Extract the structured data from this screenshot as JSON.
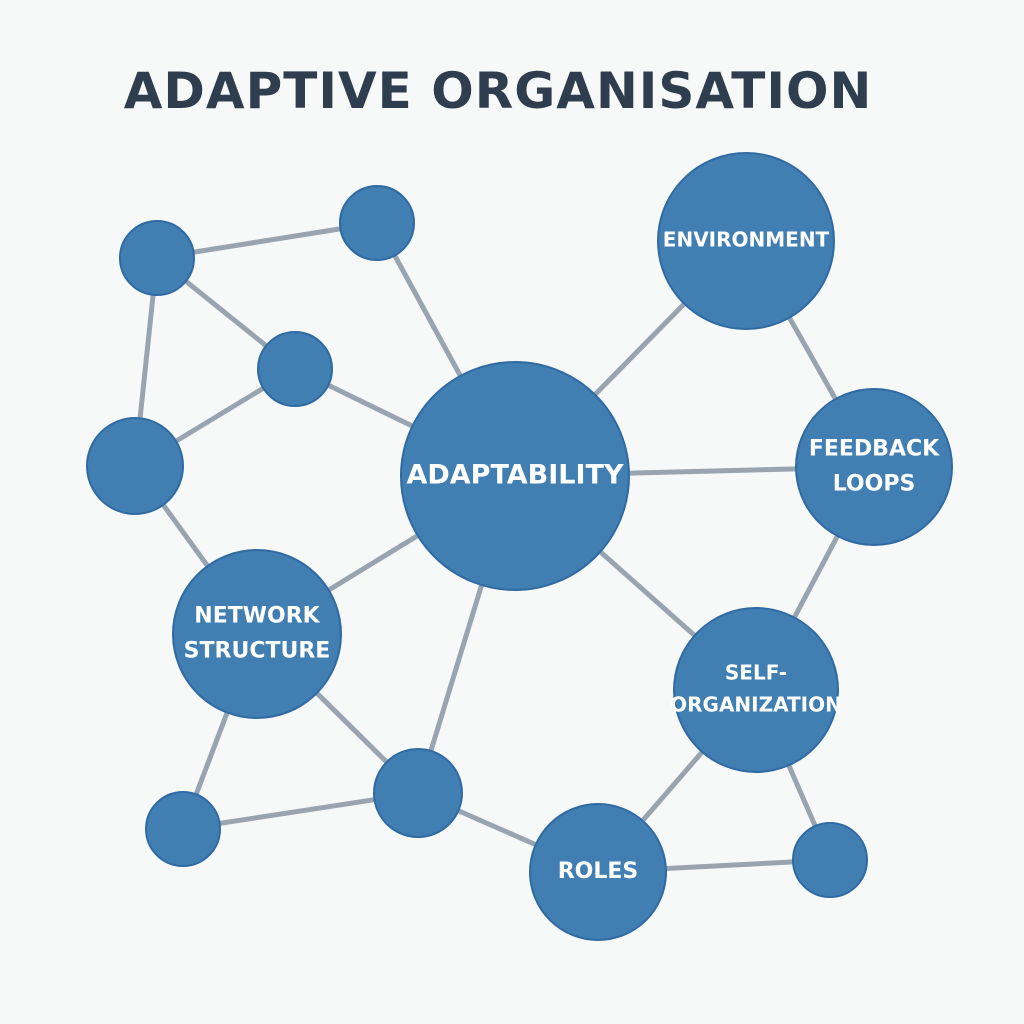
{
  "title": "ADAPTIVE ORGANISATION",
  "colors": {
    "node": "#417fb3",
    "edge": "#98a4b0",
    "title": "#2f3e4e"
  },
  "nodes": [
    {
      "id": "n1",
      "lines": []
    },
    {
      "id": "n2",
      "lines": []
    },
    {
      "id": "n3",
      "lines": []
    },
    {
      "id": "n4",
      "lines": []
    },
    {
      "id": "adaptability",
      "lines": [
        "ADAPTABILITY"
      ]
    },
    {
      "id": "environment",
      "lines": [
        "ENVIRONMENT"
      ]
    },
    {
      "id": "feedback",
      "lines": [
        "FEEDBACK",
        "LOOPS"
      ]
    },
    {
      "id": "network",
      "lines": [
        "NETWORK",
        "STRUCTURE"
      ]
    },
    {
      "id": "selforg",
      "lines": [
        "SELF-",
        "ORGANIZATION"
      ]
    },
    {
      "id": "n5",
      "lines": []
    },
    {
      "id": "n6",
      "lines": []
    },
    {
      "id": "roles",
      "lines": [
        "ROLES"
      ]
    },
    {
      "id": "n7",
      "lines": []
    }
  ],
  "edges": [
    [
      "n1",
      "n2"
    ],
    [
      "n1",
      "n3"
    ],
    [
      "n1",
      "n4"
    ],
    [
      "n2",
      "adaptability"
    ],
    [
      "n3",
      "adaptability"
    ],
    [
      "n3",
      "n4"
    ],
    [
      "n4",
      "network"
    ],
    [
      "network",
      "adaptability"
    ],
    [
      "network",
      "n6"
    ],
    [
      "network",
      "n5"
    ],
    [
      "n5",
      "n6"
    ],
    [
      "n6",
      "adaptability"
    ],
    [
      "n6",
      "roles"
    ],
    [
      "roles",
      "selforg"
    ],
    [
      "roles",
      "n7"
    ],
    [
      "selforg",
      "n7"
    ],
    [
      "selforg",
      "adaptability"
    ],
    [
      "selforg",
      "feedback"
    ],
    [
      "feedback",
      "adaptability"
    ],
    [
      "feedback",
      "environment"
    ],
    [
      "environment",
      "adaptability"
    ]
  ]
}
